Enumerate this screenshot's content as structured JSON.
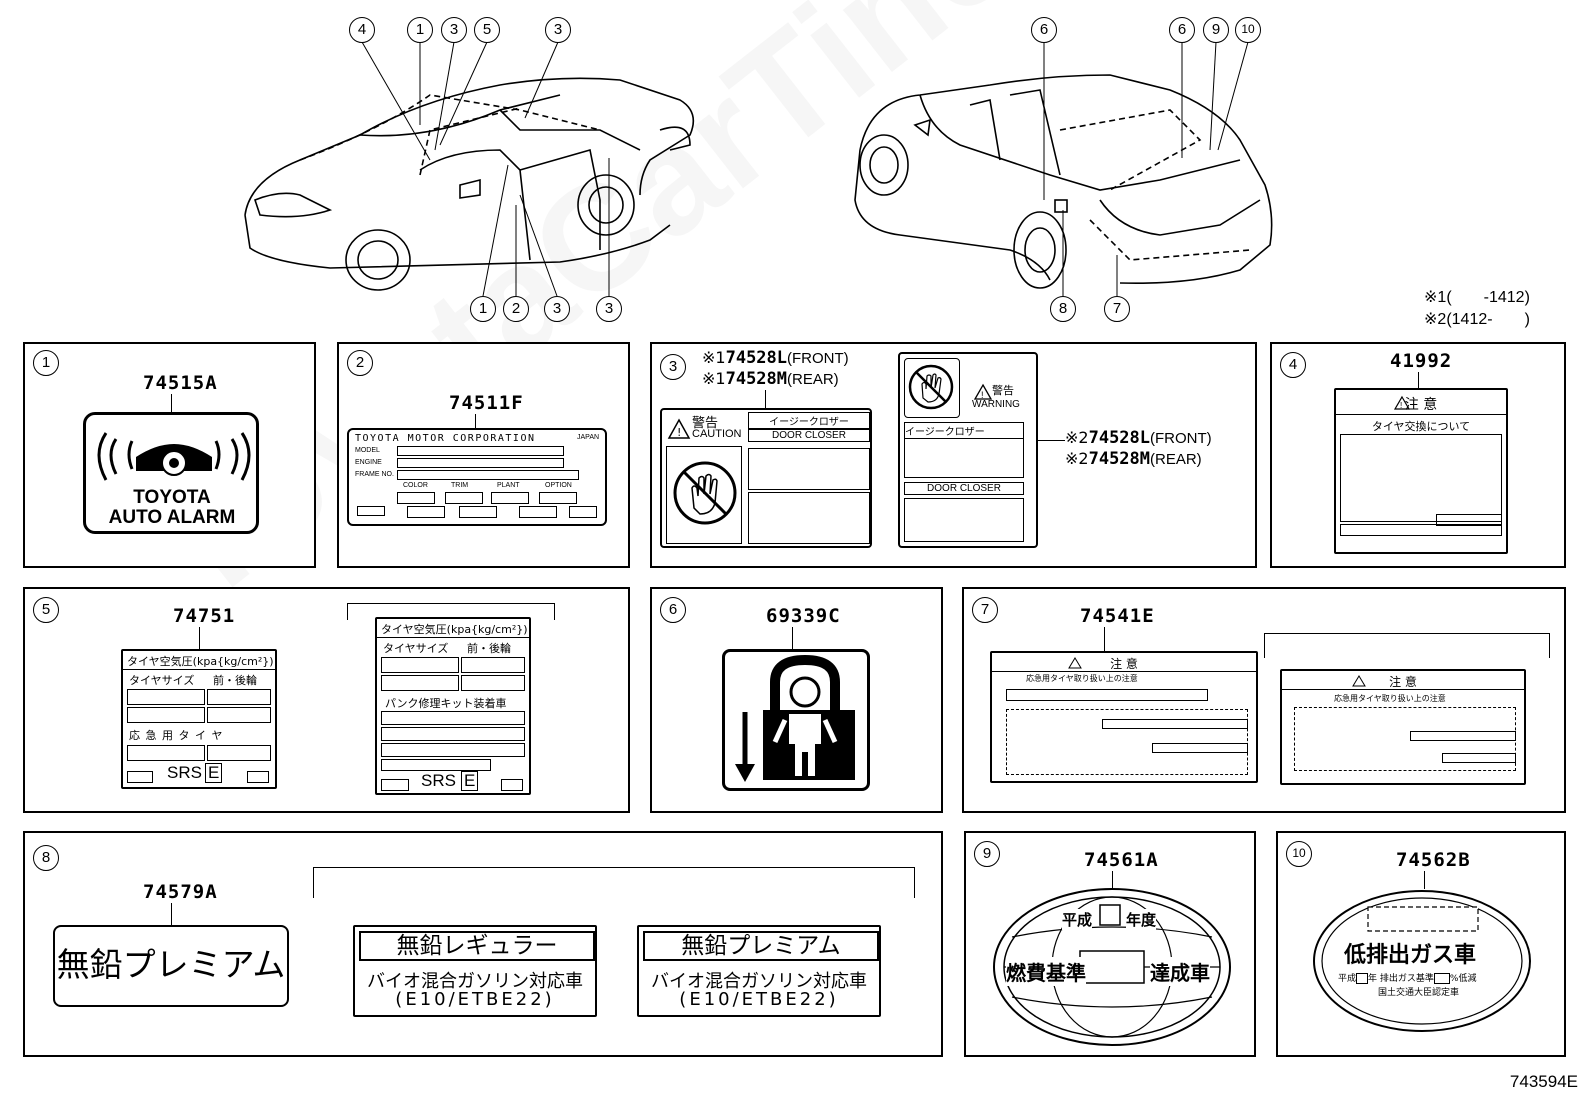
{
  "callouts_top": {
    "c4": "4",
    "c1a": "1",
    "c3a": "3",
    "c5": "5",
    "c3b": "3",
    "c1b": "1",
    "c2": "2",
    "c3c": "3",
    "c3d": "3",
    "c6a": "6",
    "c6b": "6",
    "c9": "9",
    "c10": "10",
    "c8": "8",
    "c7": "7"
  },
  "notes": {
    "note1_mark": "※1",
    "note1": "(　　-1412)",
    "note2_mark": "※2",
    "note2": "(1412-　　)"
  },
  "panels": {
    "p1": {
      "num": "1",
      "part": "74515A",
      "line1": "TOYOTA",
      "line2": "AUTO ALARM"
    },
    "p2": {
      "num": "2",
      "part": "74511F",
      "header": "TOYOTA MOTOR CORPORATION",
      "japan": "JAPAN",
      "model": "MODEL",
      "engine": "ENGINE",
      "frame": "FRAME NO.",
      "color": "COLOR",
      "trim": "TRIM",
      "plant": "PLANT",
      "option": "OPTION"
    },
    "p3": {
      "num": "3",
      "line1_mark": "※1",
      "line1_part": "74528L",
      "line1_pos": "(FRONT)",
      "line2_mark": "※1",
      "line2_part": "74528M",
      "line2_pos": "(REAR)",
      "line3_mark": "※2",
      "line3_part": "74528L",
      "line3_pos": "(FRONT)",
      "line4_mark": "※2",
      "line4_part": "74528M",
      "line4_pos": "(REAR)",
      "keikoku": "警告",
      "caution": "CAUTION",
      "easy_closer": "イージークロザー",
      "door_closer": "DOOR CLOSER",
      "keikoku2": "警告",
      "warning": "WARNING",
      "easy_closer2": "イージークロザー",
      "door_closer2": "DOOR CLOSER"
    },
    "p4": {
      "num": "4",
      "part": "41992",
      "chui": "注 意",
      "sub": "タイヤ交換について"
    },
    "p5": {
      "num": "5",
      "part": "74751",
      "title": "タイヤ空気圧(kpa{kg/cm²})",
      "size": "タイヤサイズ",
      "frontrear": "前・後輪",
      "spare": "応 急 用 タ イ ヤ",
      "srs": "SRS",
      "e": "E",
      "title2": "タイヤ空気圧(kpa{kg/cm²})",
      "size2": "タイヤサイズ",
      "frontrear2": "前・後輪",
      "puncture": "パンク修理キット装着車",
      "srs2": "SRS",
      "e2": "E"
    },
    "p6": {
      "num": "6",
      "part": "69339C"
    },
    "p7": {
      "num": "7",
      "part": "74541E",
      "chui1": "注 意",
      "chui2": "注 意",
      "sub1": "応急用タイヤ取り扱い上の注意",
      "sub2": "応急用タイヤ取り扱い上の注意"
    },
    "p8": {
      "num": "8",
      "part": "74579A",
      "label1": "無鉛プレミアム",
      "label2_top": "無鉛レギュラー",
      "label2_mid": "バイオ混合ガソリン対応車",
      "label2_bot": "(E10/ETBE22)",
      "label3_top": "無鉛プレミアム",
      "label3_mid": "バイオ混合ガソリン対応車",
      "label3_bot": "(E10/ETBE22)"
    },
    "p9": {
      "num": "9",
      "part": "74561A",
      "heisei": "平成",
      "nendo": "年度",
      "left": "燃費基準",
      "right": "達成車"
    },
    "p10": {
      "num": "10",
      "part": "74562B",
      "main": "低排出ガス車",
      "sub1a": "平成",
      "sub1b": "年 排出ガス基準",
      "sub1c": "%低減",
      "sub2": "国土交通大臣認定車"
    }
  },
  "footer": {
    "code": "743594E"
  },
  "watermark": "ToyotaCarTiner.ru"
}
